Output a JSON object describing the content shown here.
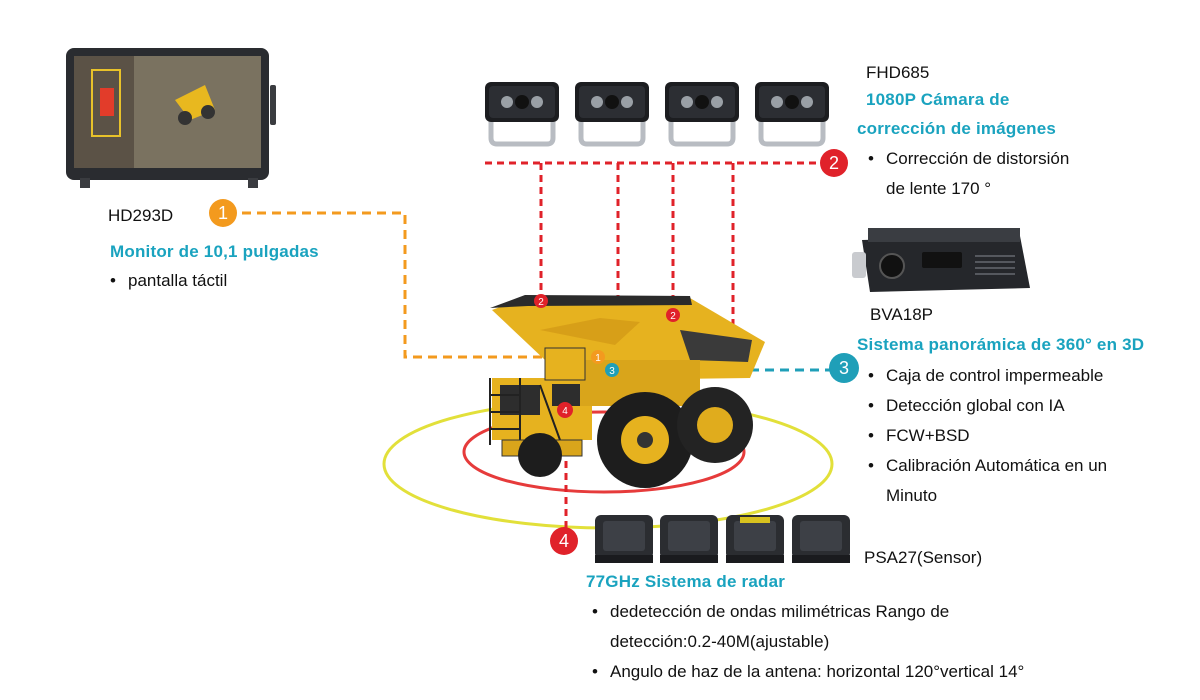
{
  "monitor": {
    "model": "HD293D",
    "title": "Monitor de 10,1 pulgadas",
    "features": [
      "pantalla táctil"
    ],
    "number": "1",
    "color": "#f39a1e"
  },
  "camera": {
    "model": "FHD685",
    "title_line1": "1080P Cámara de",
    "title_line2": "corrección de imágenes",
    "features": [
      "Corrección de distorsión",
      "de lente 170 °"
    ],
    "number": "2",
    "color": "#e0222a"
  },
  "controlbox": {
    "model": "BVA18P",
    "title": "Sistema panorámica de 360° en 3D",
    "features": [
      "Caja de control impermeable",
      "Detección global con IA",
      "FCW+BSD",
      "Calibración Automática en un",
      "Minuto"
    ],
    "number": "3",
    "color": "#1f9fb8"
  },
  "radar": {
    "model": "PSA27(Sensor)",
    "title": "77GHz Sistema de radar",
    "features": [
      "dedetección de ondas milimétricas Rango de",
      "detección:0.2-40M(ajustable)",
      "Angulo de haz de la antena: horizontal 120°vertical 14°"
    ],
    "number": "4",
    "color": "#e0222a"
  },
  "truck_markers": [
    "2",
    "2",
    "1",
    "3",
    "4"
  ]
}
